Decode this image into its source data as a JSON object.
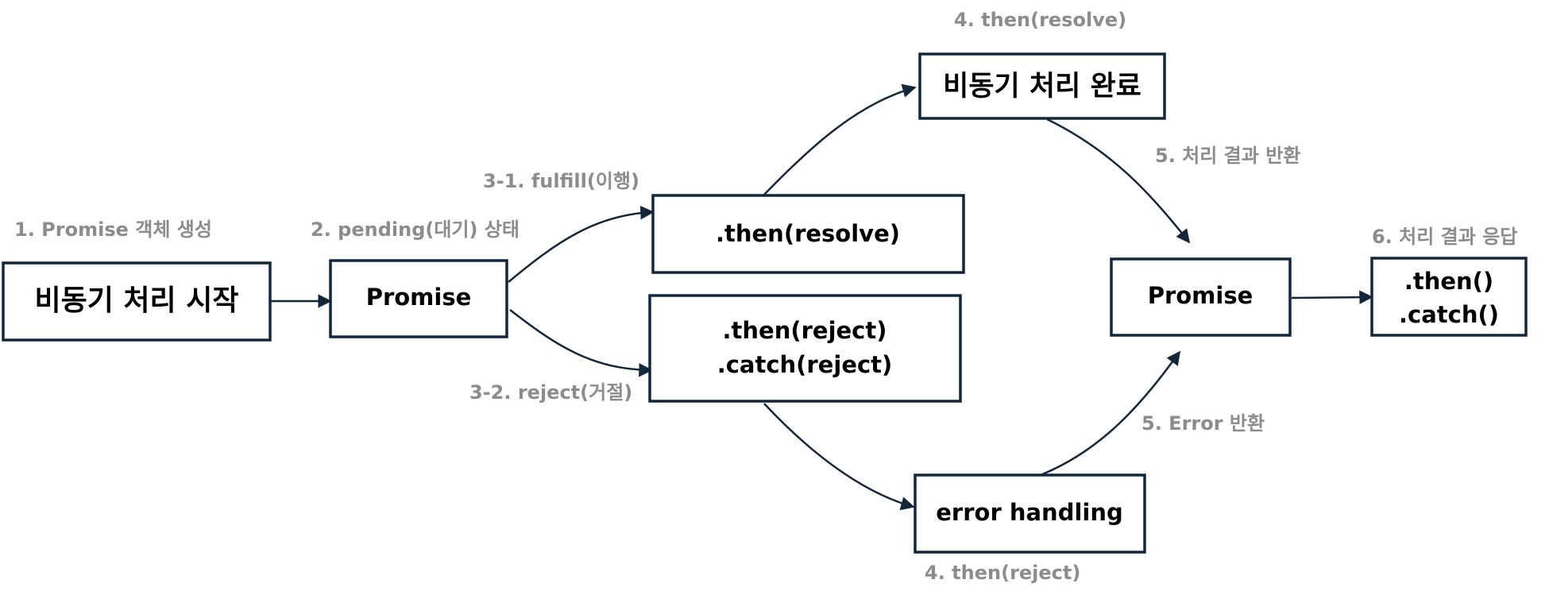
{
  "boxes": {
    "async_start": "비동기 처리 시작",
    "promise_initial": "Promise",
    "then_resolve": ".then(resolve)",
    "then_reject": ".then(reject)",
    "catch_reject": ".catch(reject)",
    "async_complete": "비동기 처리 완료",
    "error_handling": "error handling",
    "promise_result": "Promise",
    "final_then": ".then()",
    "final_catch": ".catch()"
  },
  "steps": {
    "create_promise": "1. Promise 객체 생성",
    "pending_state": "2. pending(대기) 상태",
    "fulfill": "3-1. fulfill(이행)",
    "reject": "3-2. reject(거절)",
    "then_resolve": "4. then(resolve)",
    "then_reject": "4. then(reject)",
    "return_result": "5. 처리 결과 반환",
    "return_error": "5. Error 반환",
    "respond_result": "6. 처리 결과 응답"
  },
  "colors": {
    "box_border": "#14273a",
    "box_text": "#000000",
    "step_label": "#8c8c8c",
    "background": "#ffffff"
  }
}
